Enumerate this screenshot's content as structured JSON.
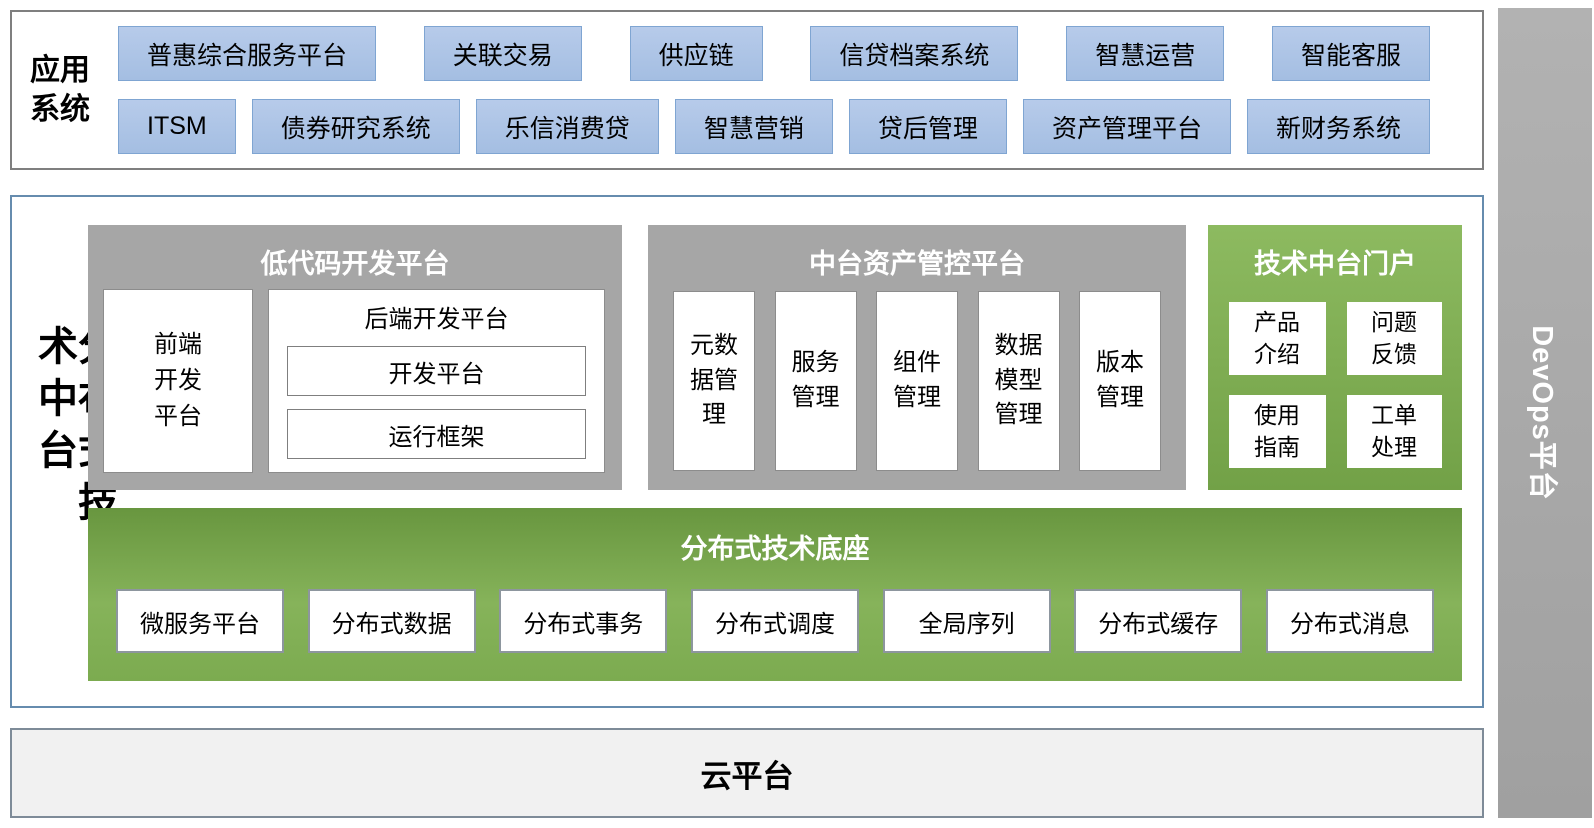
{
  "top": {
    "label": "应用系统",
    "row1": [
      "普惠综合服务平台",
      "关联交易",
      "供应链",
      "信贷档案系统",
      "智慧运营",
      "智能客服"
    ],
    "row2": [
      "ITSM",
      "债券研究系统",
      "乐信消费贷",
      "智慧营销",
      "贷后管理",
      "资产管理平台",
      "新财务系统"
    ]
  },
  "middle": {
    "side_label": "分布式技术中台",
    "lowcode": {
      "title": "低代码开发平台",
      "frontend": "前端开发平台",
      "backend_title": "后端开发平台",
      "backend_items": [
        "开发平台",
        "运行框架"
      ]
    },
    "assets": {
      "title": "中台资产管控平台",
      "items": [
        "元数据管理",
        "服务管理",
        "组件管理",
        "数据模型管理",
        "版本管理"
      ]
    },
    "portal": {
      "title": "技术中台门户",
      "items": [
        "产品介绍",
        "问题反馈",
        "使用指南",
        "工单处理"
      ]
    },
    "base": {
      "title": "分布式技术底座",
      "items": [
        "微服务平台",
        "分布式数据",
        "分布式事务",
        "分布式调度",
        "全局序列",
        "分布式缓存",
        "分布式消息"
      ]
    }
  },
  "bottom": {
    "label": "云平台"
  },
  "devops": {
    "label": "DevOps平台"
  },
  "colors": {
    "app_box_fill": "#aac3e5",
    "app_box_border": "#7fa5d2",
    "gray_panel": "#a6a6a6",
    "green_panel": "#7dab52",
    "devops_bar": "#a9a9a9",
    "cloud_fill": "#f1f1f1",
    "middle_border": "#668cae"
  }
}
